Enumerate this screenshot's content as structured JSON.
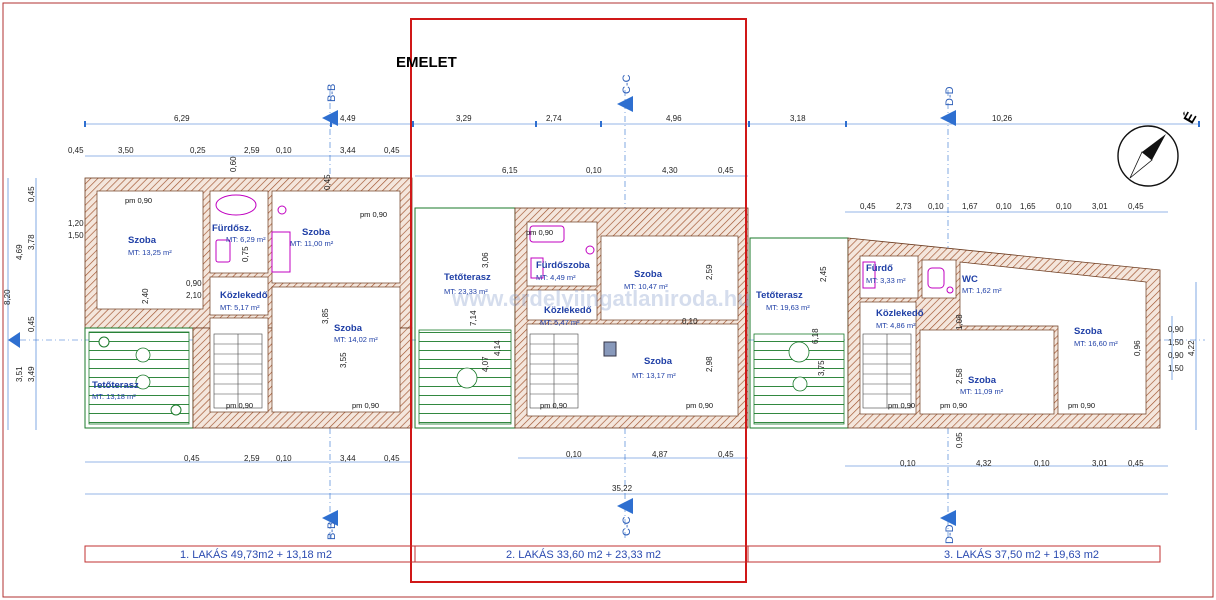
{
  "title": "EMELET",
  "compass_mark": "É",
  "watermark": "www.erdelyiingatlaniroda.hu",
  "sections": {
    "b": "B-B",
    "c": "C-C",
    "d": "D-D"
  },
  "top_dims": [
    "6,29",
    "4,49",
    "3,29",
    "2,74",
    "4,96",
    "3,18",
    "10,26"
  ],
  "dims_row2_left": [
    "0,45",
    "3,50",
    "0,25",
    "2,59",
    "0,10",
    "3,44",
    "0,45"
  ],
  "dims_row2_mid": [
    "6,15",
    "0,10",
    "4,30",
    "0,45"
  ],
  "dims_row2_right": [
    "0,45",
    "2,73",
    "0,10",
    "1,67",
    "0,10",
    "1,65",
    "0,10",
    "3,01",
    "0,45"
  ],
  "left_dims": [
    "4,69",
    "3,78",
    "0,45",
    "8,20",
    "0,45",
    "3,51",
    "3,49"
  ],
  "right_dims": [
    "4,22",
    "0,90",
    "1,50",
    "0,90",
    "1,50"
  ],
  "bottom_left": [
    "0,45",
    "2,59",
    "0,10",
    "3,44",
    "0,45"
  ],
  "bottom_mid": [
    "0,10",
    "4,87",
    "0,45"
  ],
  "bottom_right": [
    "0,10",
    "4,32",
    "0,10",
    "3,01",
    "0,45"
  ],
  "total_width": "35,22",
  "misc_dims": [
    "1,20",
    "1,50",
    "0,60",
    "0,45",
    "2,10",
    "0,90",
    "2,40",
    "0,75",
    "3,06",
    "7,14",
    "4,07",
    "4,14",
    "2,45",
    "6,18",
    "3,75",
    "2,59",
    "2,98",
    "0,10",
    "3,55",
    "3,85",
    "1,08",
    "2,58",
    "0,95",
    "0,96"
  ],
  "rooms": {
    "u1_szoba1": {
      "name": "Szoba",
      "area": "MT: 13,25 m²"
    },
    "u1_furdo": {
      "name": "Fürdősz.",
      "area": "MT: 6,29 m²"
    },
    "u1_szoba2": {
      "name": "Szoba",
      "area": "MT: 11,00 m²"
    },
    "u1_kozl": {
      "name": "Közlekedő",
      "area": "MT: 5,17 m²"
    },
    "u1_szoba3": {
      "name": "Szoba",
      "area": "MT: 14,02 m²"
    },
    "u1_terasz": {
      "name": "Tetőterasz",
      "area": "MT: 13,18 m²"
    },
    "u2_terasz": {
      "name": "Tetőterasz",
      "area": "MT: 23,33 m²"
    },
    "u2_furdo": {
      "name": "Fürdőszoba",
      "area": "MT: 4,49 m²"
    },
    "u2_szoba1": {
      "name": "Szoba",
      "area": "MT: 10,47 m²"
    },
    "u2_kozl": {
      "name": "Közlekedő",
      "area": "MT: 5,47 m²"
    },
    "u2_szoba2": {
      "name": "Szoba",
      "area": "MT: 13,17 m²"
    },
    "u3_terasz": {
      "name": "Tetőterasz",
      "area": "MT: 19,63 m²"
    },
    "u3_furdo": {
      "name": "Fürdő",
      "area": "MT: 3,33 m²"
    },
    "u3_wc": {
      "name": "WC",
      "area": "MT: 1,62 m²"
    },
    "u3_kozl": {
      "name": "Közlekedő",
      "area": "MT: 4,86 m²"
    },
    "u3_szoba1": {
      "name": "Szoba",
      "area": "MT: 16,60 m²"
    },
    "u3_szoba2": {
      "name": "Szoba",
      "area": "MT: 11,09 m²"
    }
  },
  "pm_090": "pm 0,90",
  "units": {
    "u1": "1. LAKÁS  49,73m2 + 13,18 m2",
    "u2": "2. LAKÁS  33,60 m2 + 23,33 m2",
    "u3": "3. LAKÁS  37,50 m2 + 19,63 m2"
  },
  "colors": {
    "wall": "#a0522d",
    "terrace": "#1a7a2a",
    "fixture": "#c000c0",
    "dim": "#2e6fd0",
    "highlight": "#d01818",
    "text": "#1f3fa6"
  }
}
